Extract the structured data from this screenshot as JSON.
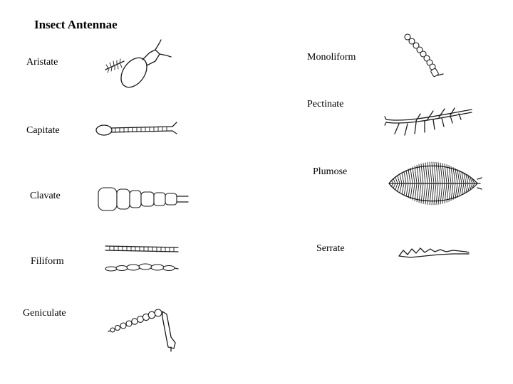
{
  "title": "Insect Antennae",
  "antennae": [
    {
      "label": "Aristate",
      "icon": "aristate-antenna-drawing"
    },
    {
      "label": "Capitate",
      "icon": "capitate-antenna-drawing"
    },
    {
      "label": "Clavate",
      "icon": "clavate-antenna-drawing"
    },
    {
      "label": "Filiform",
      "icon": "filiform-antenna-drawing"
    },
    {
      "label": "Geniculate",
      "icon": "geniculate-antenna-drawing"
    },
    {
      "label": "Monoliform",
      "icon": "monoliform-antenna-drawing"
    },
    {
      "label": "Pectinate",
      "icon": "pectinate-antenna-drawing"
    },
    {
      "label": "Plumose",
      "icon": "plumose-antenna-drawing"
    },
    {
      "label": "Serrate",
      "icon": "serrate-antenna-drawing"
    }
  ]
}
